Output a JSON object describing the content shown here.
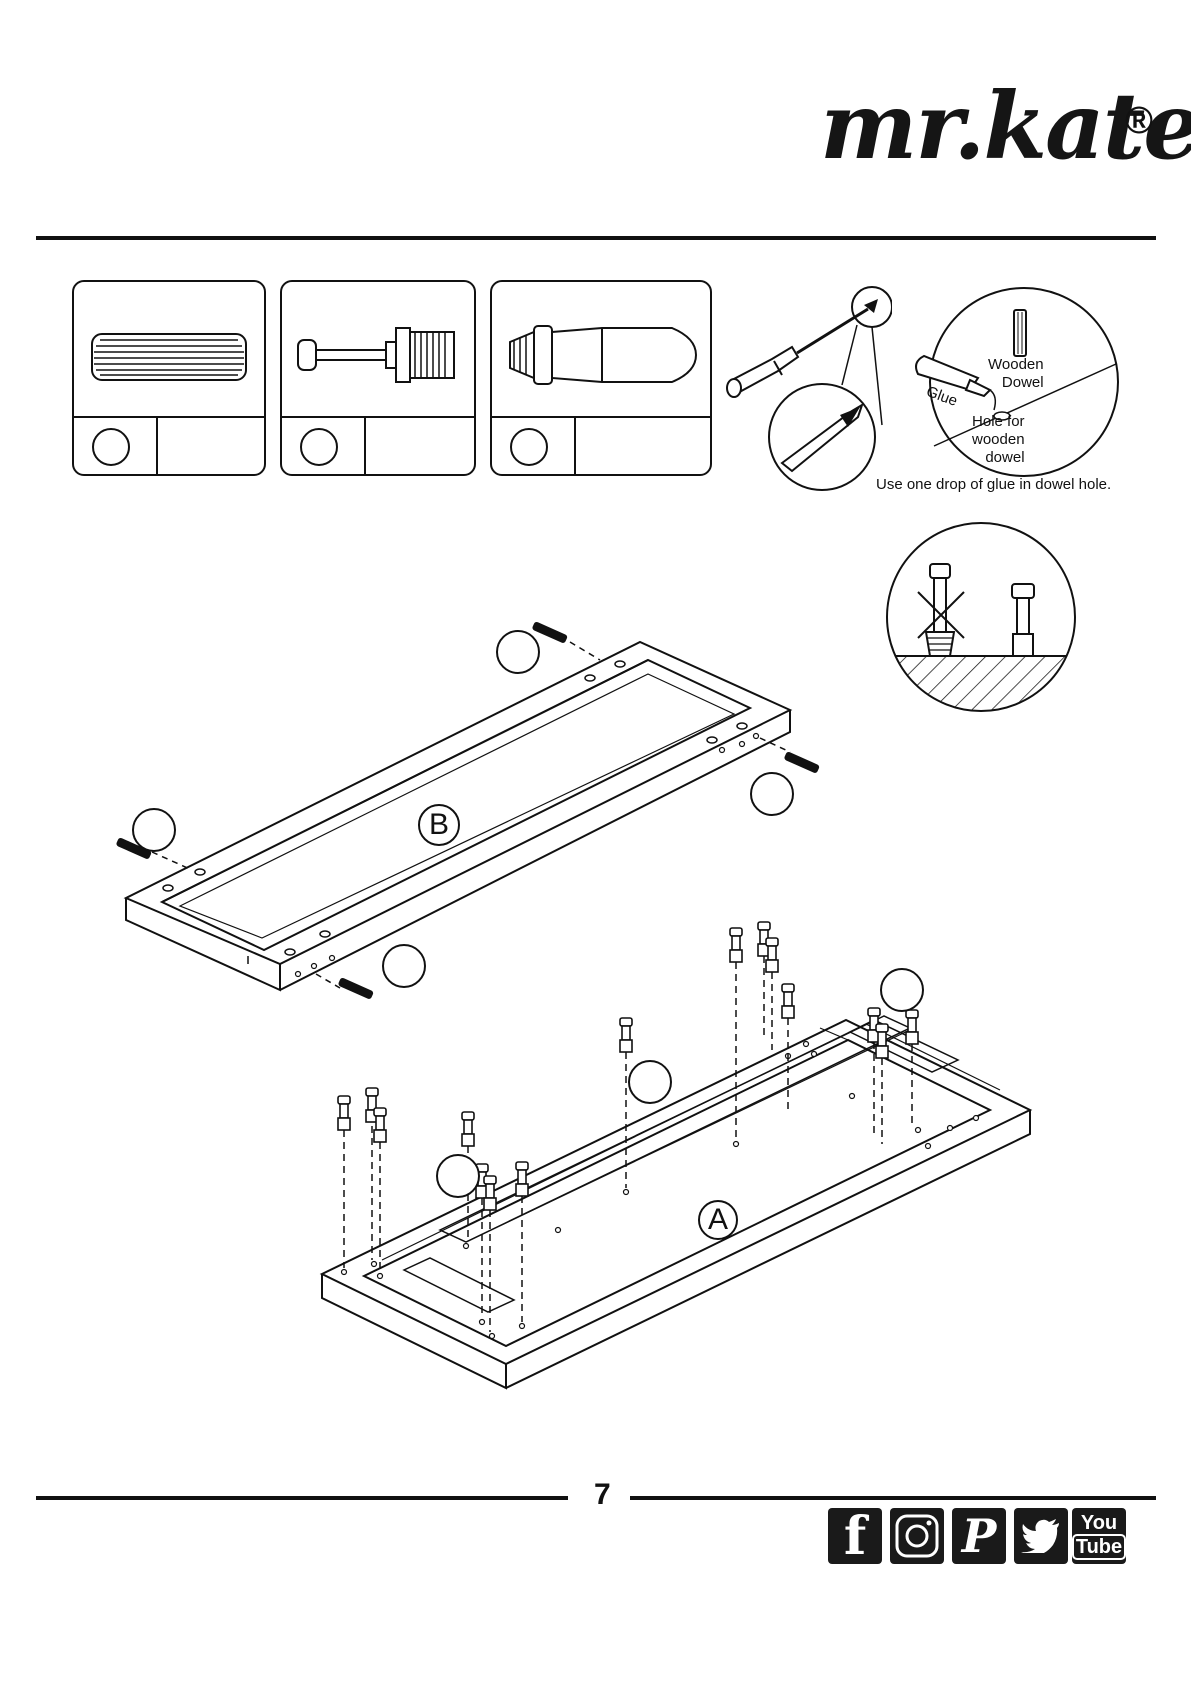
{
  "brand": {
    "name": "mr.kate",
    "mark": "®"
  },
  "top_glue_note": {
    "labels": {
      "wooden_dowel": "Wooden\nDowel",
      "glue": "Glue",
      "hole": "Hole for\nwooden\ndowel"
    },
    "caption": "Use one drop of glue in dowel hole."
  },
  "parts": [
    {
      "icon": "wooden-dowel-icon"
    },
    {
      "icon": "cam-bolt-icon"
    },
    {
      "icon": "wood-insert-icon"
    }
  ],
  "panels": {
    "upper": "B",
    "lower": "A"
  },
  "footer": {
    "page_number": "7",
    "social": [
      "f",
      "instagram",
      "P",
      "twitter",
      "You Tube"
    ],
    "youtube_top": "You",
    "youtube_bottom": "Tube"
  }
}
